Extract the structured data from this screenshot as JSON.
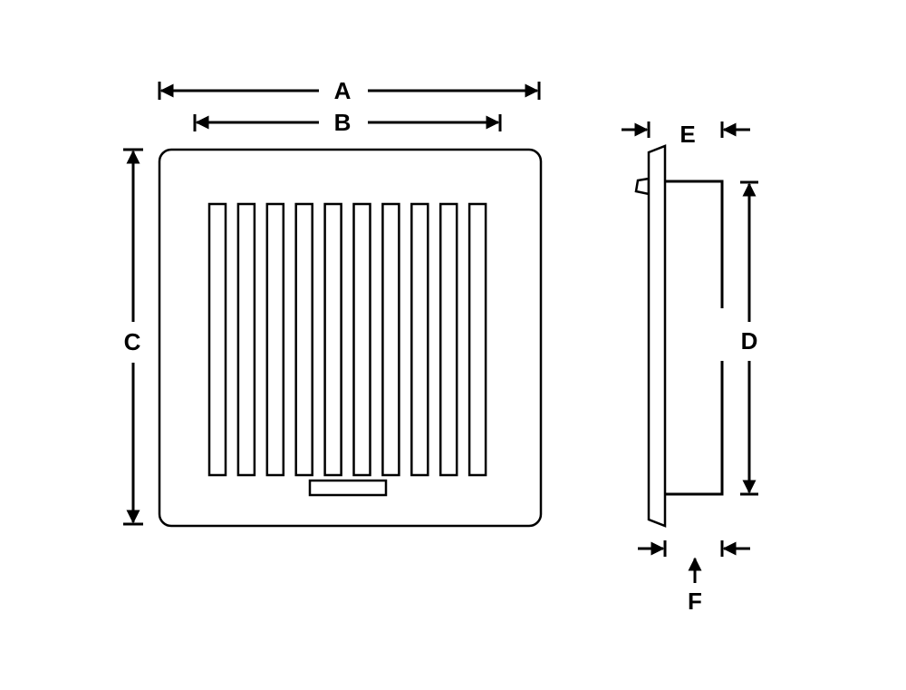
{
  "labels": {
    "a": "A",
    "b": "B",
    "c": "C",
    "d": "D",
    "e": "E",
    "f": "F"
  },
  "front_view": {
    "slot_count": 10
  },
  "colors": {
    "line": "#000000",
    "background": "#ffffff"
  }
}
